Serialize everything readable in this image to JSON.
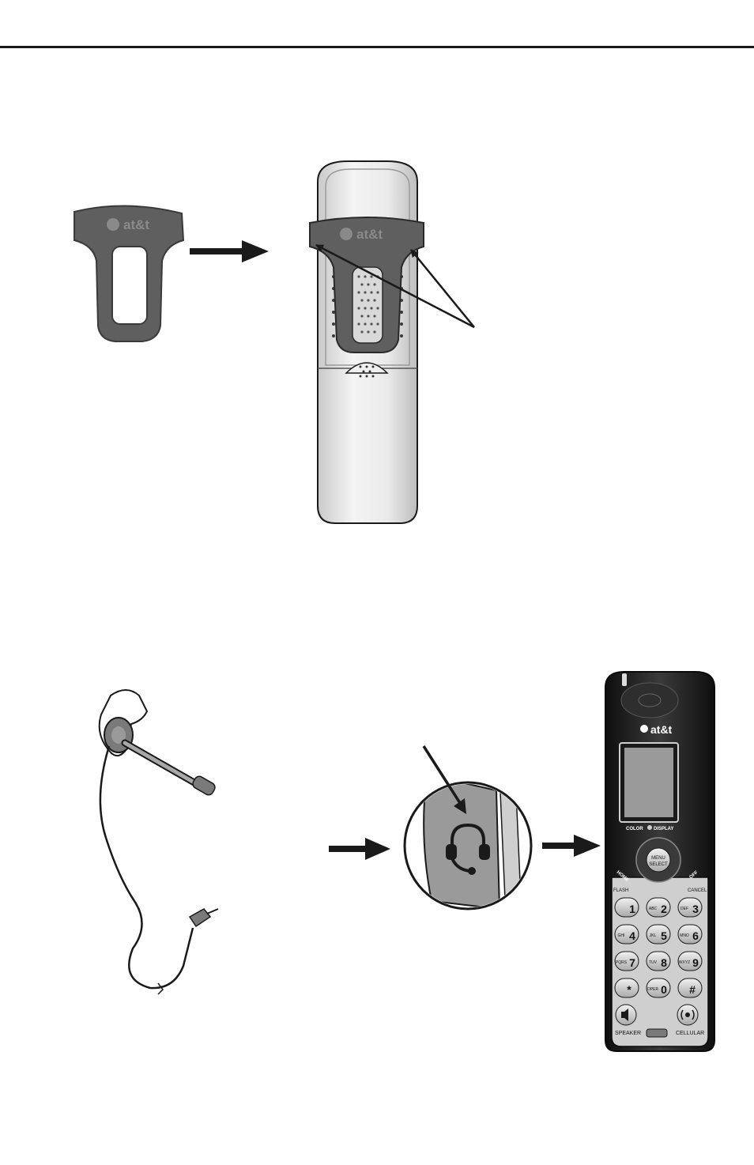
{
  "brand": {
    "logo_text": "at&t"
  },
  "colors": {
    "ink": "#1a1a1a",
    "clip_gray": "#5f5f5f",
    "handset_light": "#e6e6e6",
    "handset_dark": "#1c1c1c",
    "screen_gray": "#9a9a9a"
  },
  "phone": {
    "color_display_left": "COLOR",
    "color_display_right": "DISPLAY",
    "menu_label": "MENU",
    "select_label": "SELECT",
    "home_label": "HOME",
    "off_label": "OFF",
    "flash_label": "FLASH",
    "cancel_label": "CANCEL",
    "speaker_label": "SPEAKER",
    "cellular_label": "CELLULAR",
    "keys": [
      {
        "digit": "1",
        "letters": ""
      },
      {
        "digit": "2",
        "letters": "ABC"
      },
      {
        "digit": "3",
        "letters": "DEF"
      },
      {
        "digit": "4",
        "letters": "GHI"
      },
      {
        "digit": "5",
        "letters": "JKL"
      },
      {
        "digit": "6",
        "letters": "MNO"
      },
      {
        "digit": "7",
        "letters": "PQRS"
      },
      {
        "digit": "8",
        "letters": "TUV"
      },
      {
        "digit": "9",
        "letters": "WXYZ"
      },
      {
        "digit": "*",
        "letters": ""
      },
      {
        "digit": "0",
        "letters": "OPER"
      },
      {
        "digit": "#",
        "letters": ""
      }
    ]
  }
}
